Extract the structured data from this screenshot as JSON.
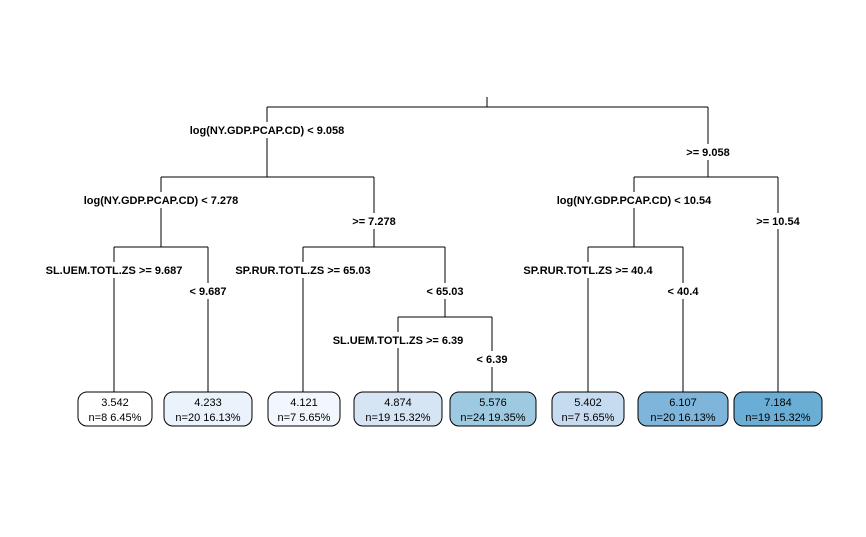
{
  "tree": {
    "splits": [
      {
        "id": "root",
        "left_label": "log(NY.GDP.PCAP.CD) < 9.058",
        "right_label": ">= 9.058"
      },
      {
        "id": "n2",
        "left_label": "log(NY.GDP.PCAP.CD) < 7.278",
        "right_label": ">= 7.278"
      },
      {
        "id": "n3",
        "left_label": "log(NY.GDP.PCAP.CD) < 10.54",
        "right_label": ">= 10.54"
      },
      {
        "id": "n4",
        "left_label": "SL.UEM.TOTL.ZS >= 9.687",
        "right_label": "< 9.687"
      },
      {
        "id": "n5",
        "left_label": "SP.RUR.TOTL.ZS >= 65.03",
        "right_label": "< 65.03"
      },
      {
        "id": "n11",
        "left_label": "SL.UEM.TOTL.ZS >= 6.39",
        "right_label": "< 6.39"
      },
      {
        "id": "n6",
        "left_label": "SP.RUR.TOTL.ZS >= 40.4",
        "right_label": "< 40.4"
      }
    ],
    "leaves": [
      {
        "value": "3.542",
        "info": "n=8  6.45%",
        "color": "#ffffff"
      },
      {
        "value": "4.233",
        "info": "n=20  16.13%",
        "color": "#eaf2fb"
      },
      {
        "value": "4.121",
        "info": "n=7  5.65%",
        "color": "#f1f7fd"
      },
      {
        "value": "4.874",
        "info": "n=19  15.32%",
        "color": "#d6e5f4"
      },
      {
        "value": "5.576",
        "info": "n=24  19.35%",
        "color": "#9ecae1"
      },
      {
        "value": "5.402",
        "info": "n=7  5.65%",
        "color": "#c6dbef"
      },
      {
        "value": "6.107",
        "info": "n=20  16.13%",
        "color": "#7fb5da"
      },
      {
        "value": "7.184",
        "info": "n=19  15.32%",
        "color": "#6aaed6"
      }
    ]
  }
}
